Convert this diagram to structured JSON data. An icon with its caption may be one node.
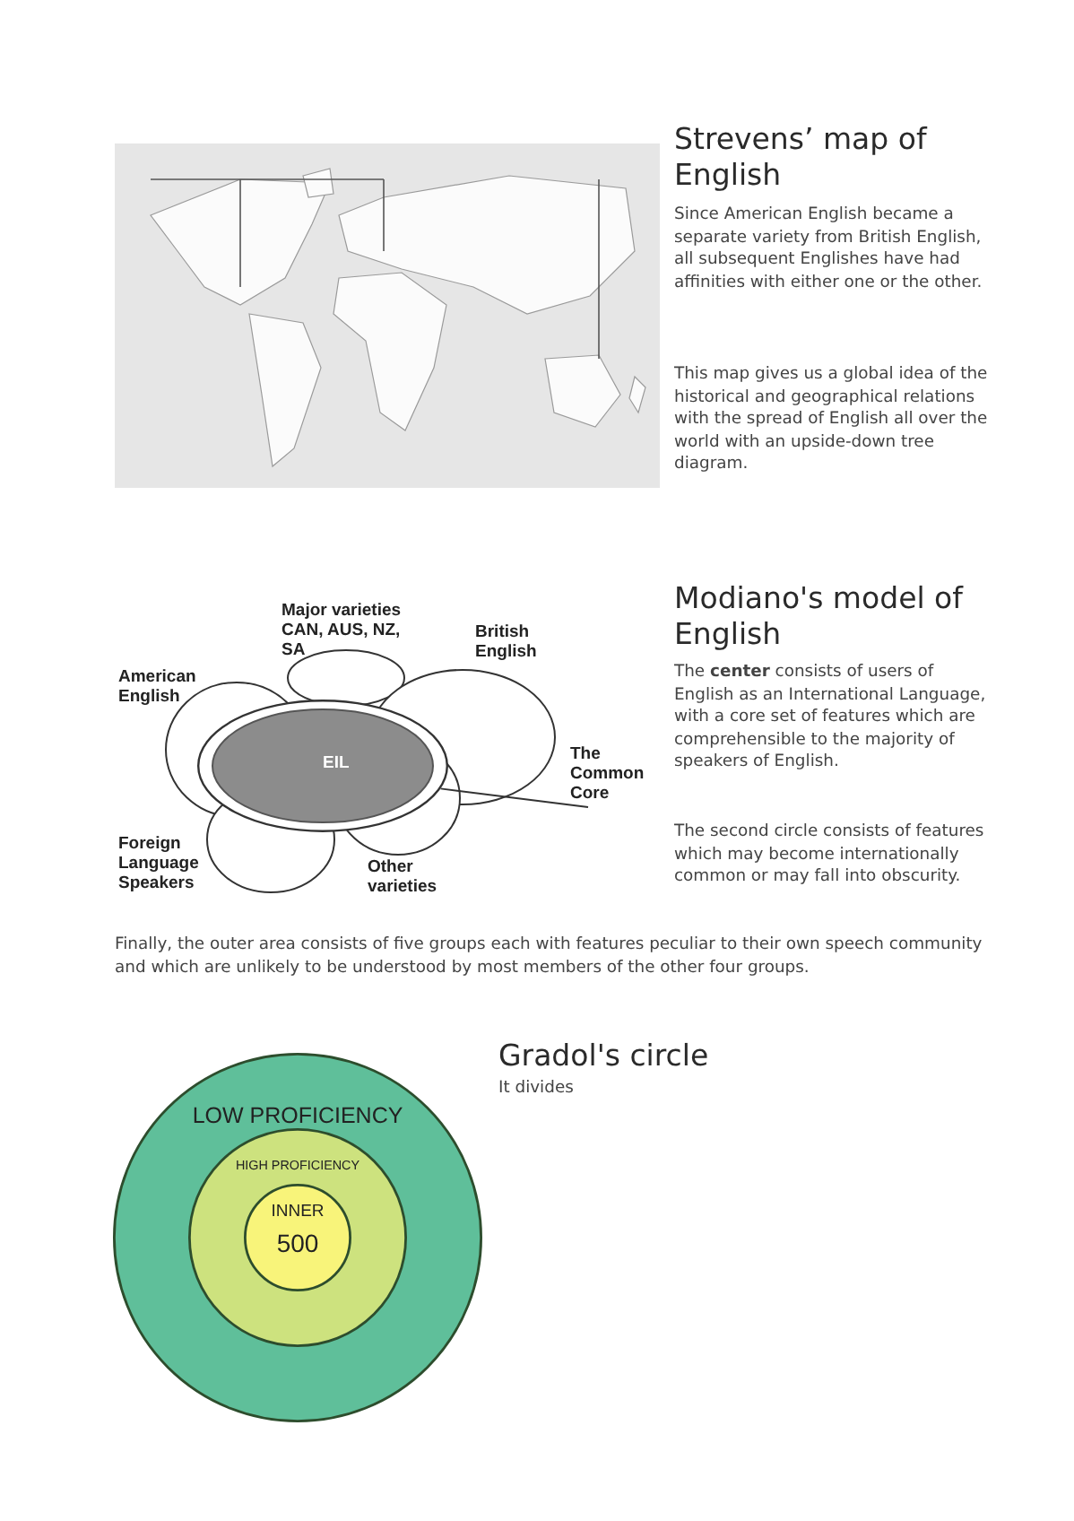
{
  "diagram": {
    "nodes": [
      {
        "text": [],
        "shape": "picture"
      },
      {
        "text": [
          "American English"
        ]
      },
      {
        "text": [
          "Major varieties CAN, AUS, NZ, SA"
        ]
      },
      {
        "text": [
          "British English"
        ]
      },
      {
        "text": [
          "Foreign Language Speakers"
        ]
      },
      {
        "text": [
          "Other varieties"
        ]
      },
      {
        "text": [],
        "shape": "ellipse"
      },
      {
        "text": [
          "EIL"
        ],
        "in": 6
      },
      {
        "text": [
          "The Common Core"
        ]
      },
      {
        "text": [
          "LOW PROFICIENCY"
        ]
      },
      {
        "text": [
          "HIGH PROFICIENCY"
        ],
        "in": 9
      },
      {
        "text": [
          "INNER",
          "500"
        ],
        "in": 10
      }
    ],
    "edges": [
      {
        "from": 8,
        "to": 6,
        "arrow": "none"
      }
    ],
    "labels": [
      "Strevens’ map of English",
      "Since American English became a separate variety from British English, all subsequent Englishes have had affinities with either one or the other.",
      "This map gives us a global idea of the historical and geographical relations with the spread of English all over the world with  an upside-down tree diagram.",
      "Modiano's model of English",
      "The **center** consists of users of English as an International Language, with a core set of features which are comprehensible to the majority of speakers of English.",
      "The second circle consists of features which may become internationally common or may fall into obscurity.",
      "Finally, the outer area consists of five groups each with features peculiar to their own speech community and which are unlikely to be understood by most members of the other four groups.",
      "Gradol's circle",
      "It divides"
    ]
  }
}
